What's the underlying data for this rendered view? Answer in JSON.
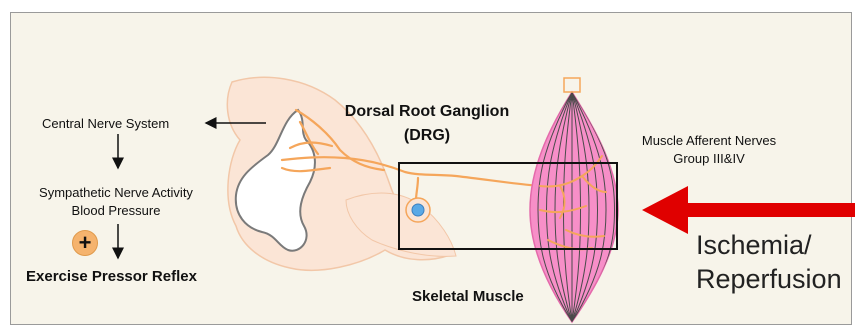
{
  "labels": {
    "central_nerve_system": "Central Nerve System",
    "sympathetic_line1": "Sympathetic  Nerve Activity",
    "sympathetic_line2": "Blood Pressure",
    "plus_symbol": "+",
    "exercise_pressor_reflex": "Exercise Pressor Reflex",
    "drg_line1": "Dorsal Root Ganglion",
    "drg_line2": "(DRG)",
    "skeletal_muscle": "Skeletal Muscle",
    "muscle_afferent_line1": "Muscle Afferent  Nerves",
    "muscle_afferent_line2": "Group III&IV",
    "ischemia_line1": "Ischemia/",
    "reperfusion_line2": "Reperfusion"
  },
  "colors": {
    "panel_background": "#f7f4ea",
    "nerve_orange": "#f5a65b",
    "spinal_fill": "#fbe5d6",
    "muscle_pink": "#f78fc8",
    "ganglion_blue": "#5aa9e6",
    "ischemia_arrow_red": "#e00000"
  }
}
